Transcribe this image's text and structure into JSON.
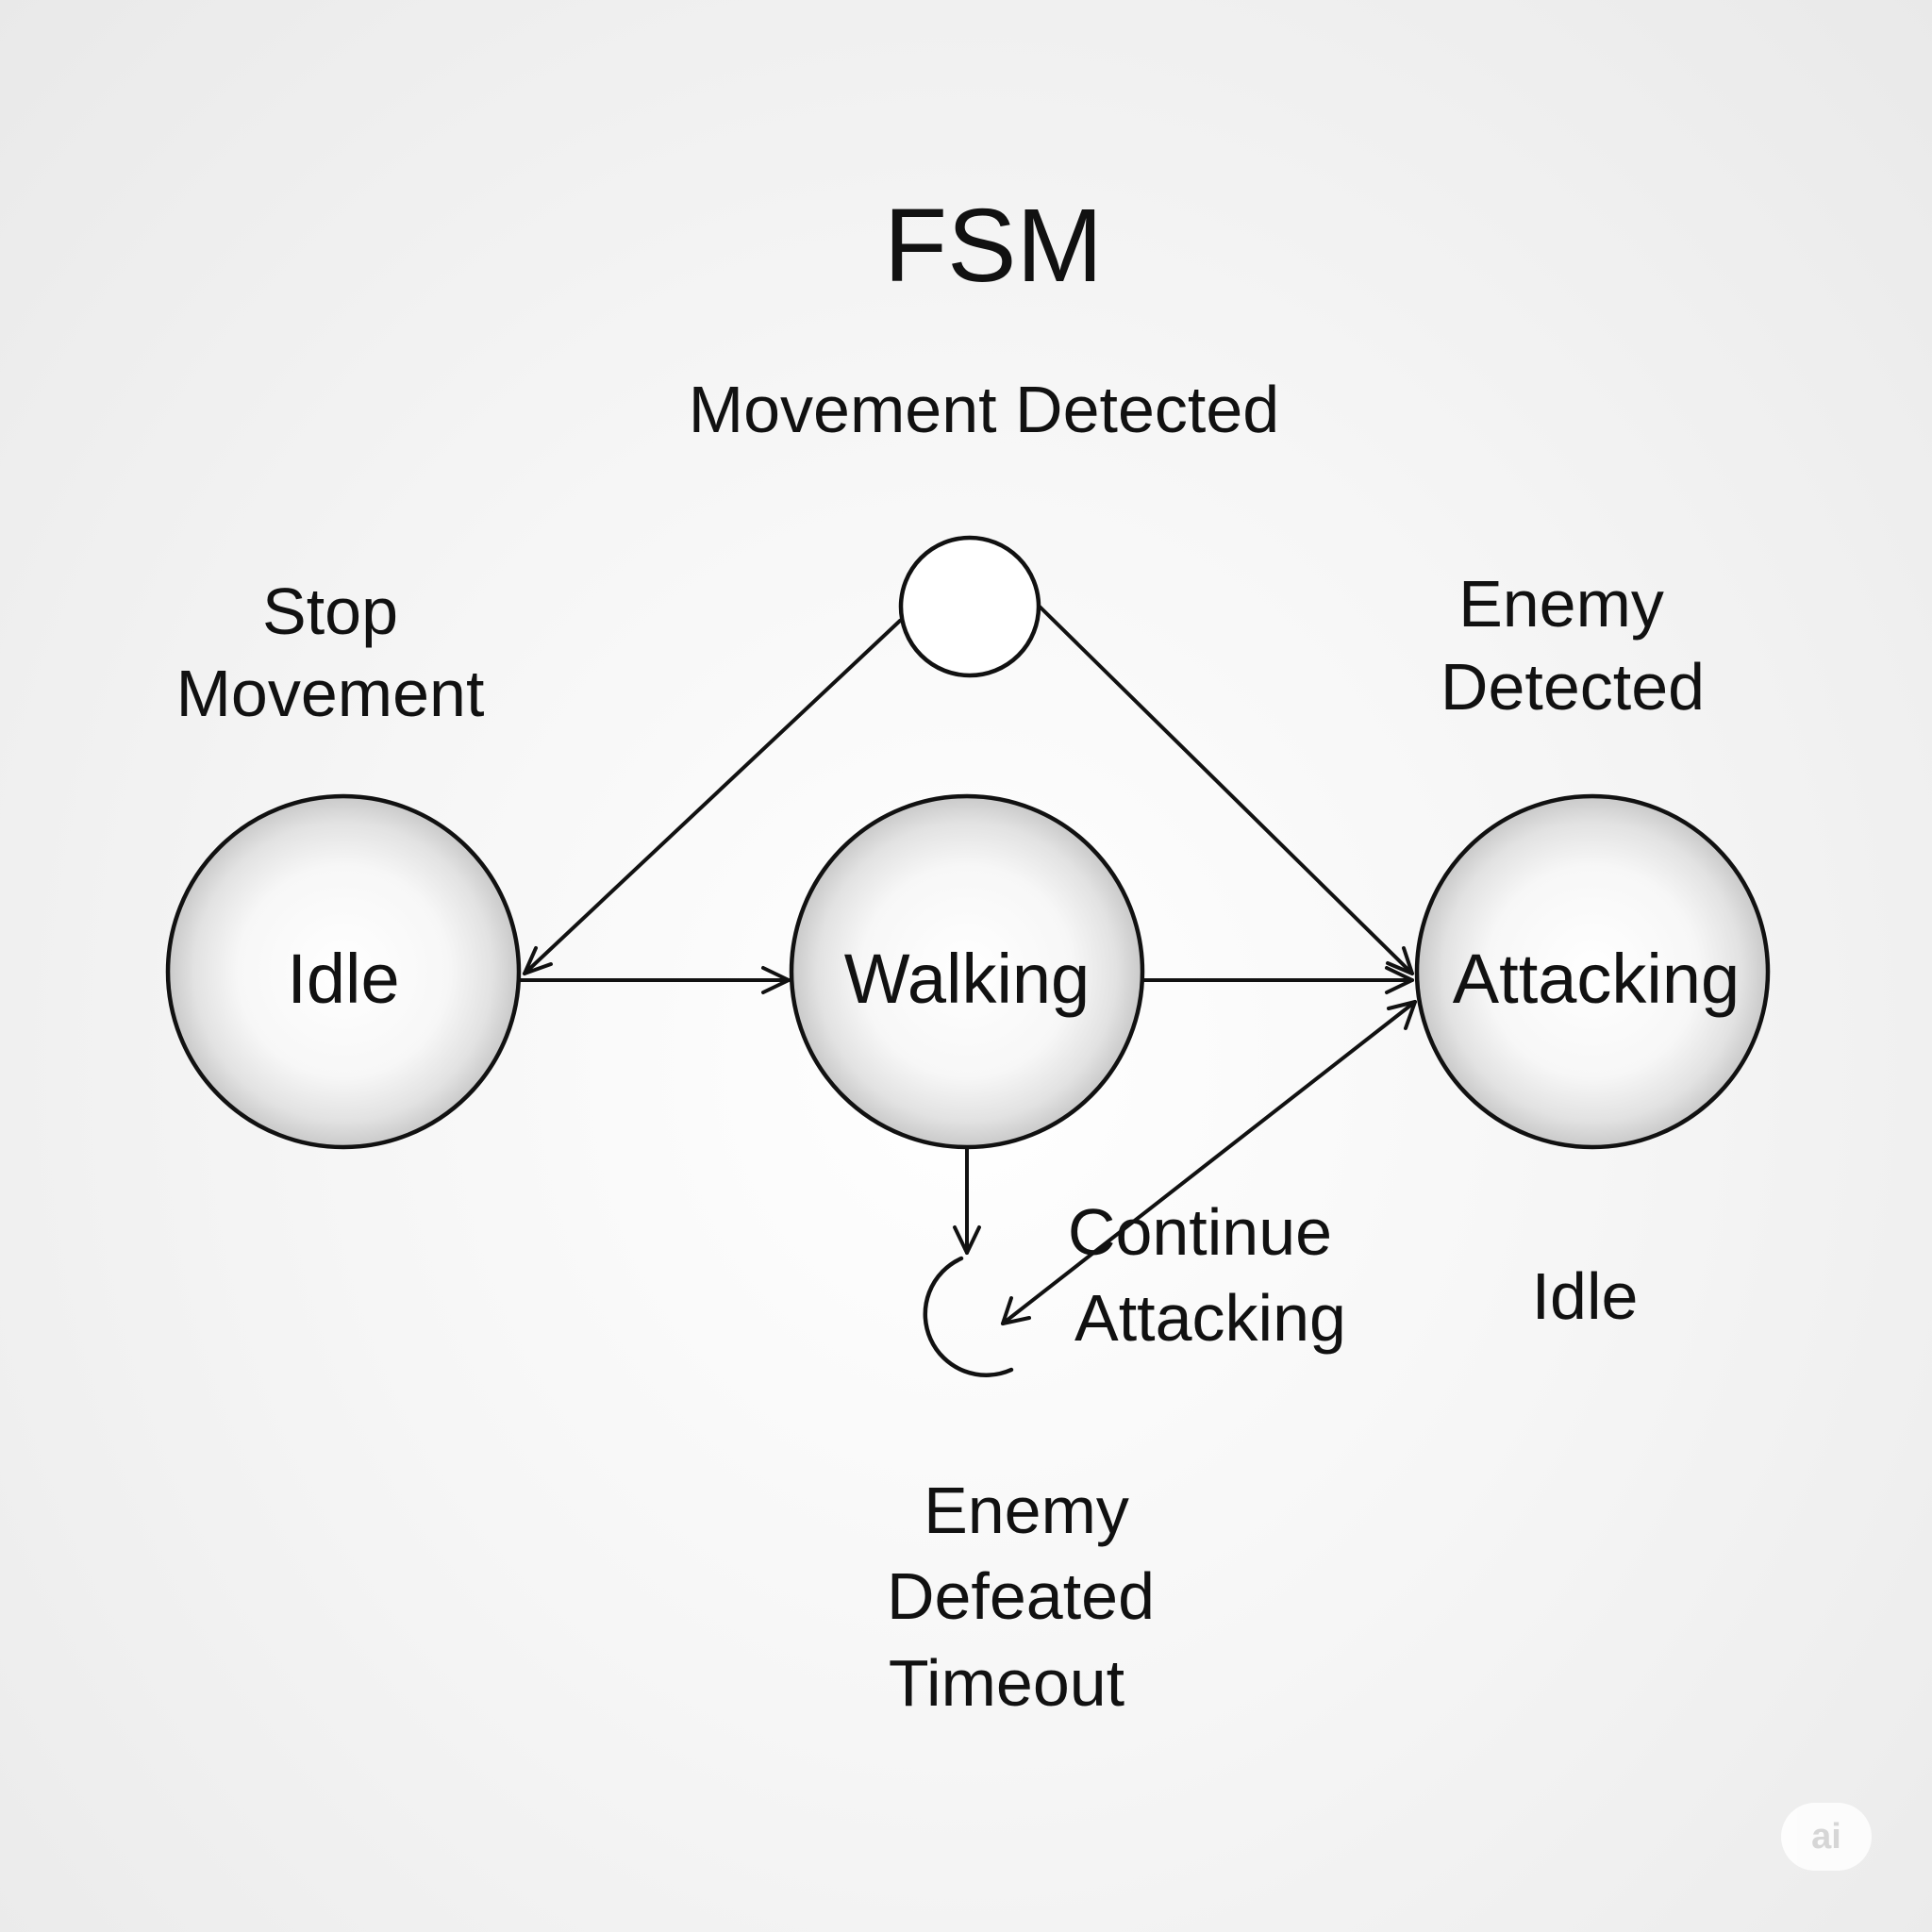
{
  "title": "FSM",
  "states": [
    {
      "id": "idle",
      "label": "Idle"
    },
    {
      "id": "walking",
      "label": "Walking"
    },
    {
      "id": "attacking",
      "label": "Attacking"
    }
  ],
  "pseudo_states": [
    {
      "id": "top-node"
    },
    {
      "id": "bottom-open-node"
    }
  ],
  "transitions": [
    {
      "id": "top-to-idle",
      "from": "top-node",
      "to": "idle"
    },
    {
      "id": "top-to-attacking",
      "from": "top-node",
      "to": "attacking"
    },
    {
      "id": "idle-to-walking",
      "from": "idle",
      "to": "walking"
    },
    {
      "id": "walking-to-attacking",
      "from": "walking",
      "to": "attacking"
    },
    {
      "id": "walking-to-bottom",
      "from": "walking",
      "to": "bottom-open-node"
    },
    {
      "id": "bottom-attacking-bidirectional",
      "from": "bottom-open-node",
      "to": "attacking",
      "bidirectional": true
    }
  ],
  "labels": {
    "movement_detected": "Movement Detected",
    "stop_movement": [
      "Stop",
      "Movement"
    ],
    "enemy_detected": [
      "Enemy",
      "Detected"
    ],
    "continue_attacking": [
      "Continue",
      "Attacking"
    ],
    "idle_extra": "Idle",
    "enemy_defeated_timeout": [
      "Enemy",
      "Defeated",
      "Timeout"
    ]
  },
  "badge": "ai"
}
